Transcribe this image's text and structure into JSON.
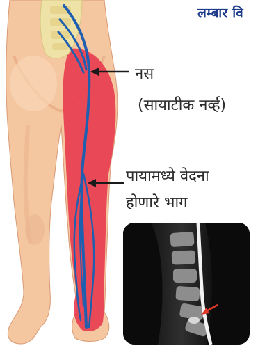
{
  "header": {
    "title": "लम्बार वि"
  },
  "labels": {
    "nerve_line1": "नस",
    "nerve_line2": "(सायाटीक नर्व्ह)",
    "pain_line1": "पायामध्ये वेदना",
    "pain_line2": "होणारे भाग"
  },
  "colors": {
    "title": "#1d3b8a",
    "skin": "#f4c7a0",
    "skin_shadow": "#e4a27c",
    "pain_zone": "#e7384b",
    "nerve": "#1f5fb0",
    "spine": "#efe2a6"
  }
}
